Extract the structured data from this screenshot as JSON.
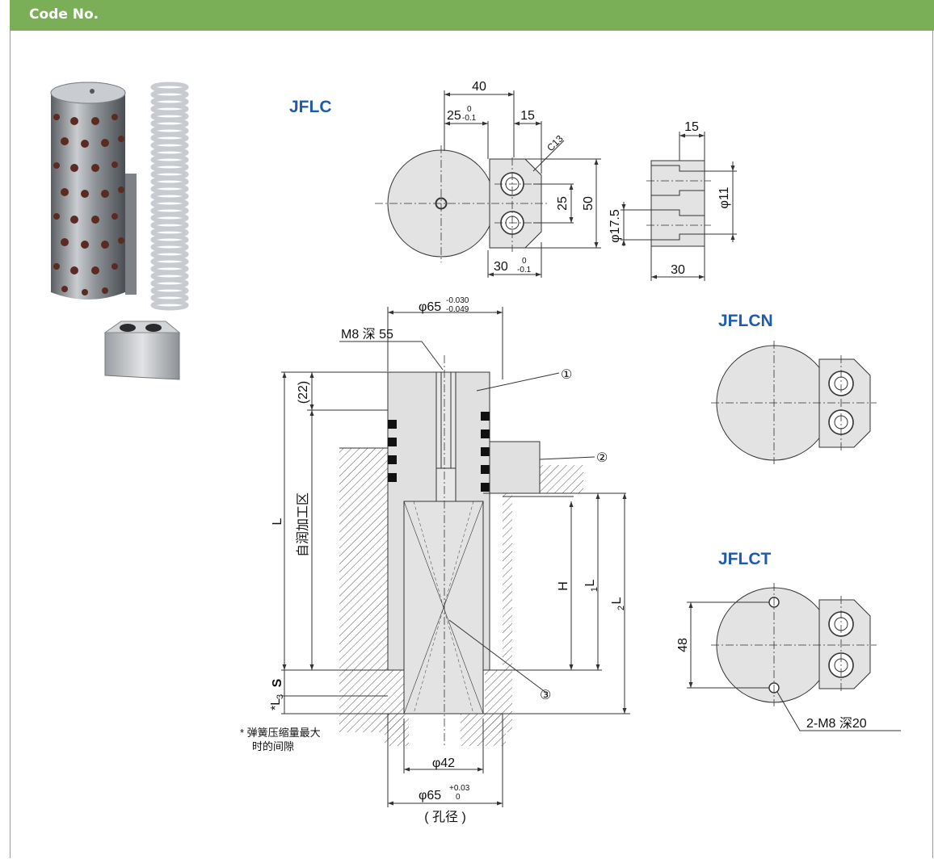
{
  "header": {
    "title": "Code No.",
    "color": "#7aaf57"
  },
  "views": {
    "jflc": {
      "title": "JFLC",
      "dim_40": "40",
      "dim_25": "25",
      "dim_25_tol_upper": "0",
      "dim_25_tol_lower": "-0.1",
      "dim_15": "15",
      "chamfer": "C13",
      "dim_25_pitch": "25",
      "dim_50": "50",
      "dim_30": "30",
      "dim_30_tol_upper": "0",
      "dim_30_tol_lower": "-0.1"
    },
    "side": {
      "dim_15": "15",
      "dim_11": "φ11",
      "dim_17_5": "φ17.5",
      "dim_30": "30"
    },
    "section": {
      "dia_65_top": "φ65",
      "dia_65_top_tol_upper": "-0.030",
      "dia_65_top_tol_lower": "-0.049",
      "tap_note": "M8 深 55",
      "dim_22": "(22)",
      "dim_L": "L",
      "zone_label": "自润加工区",
      "dim_H": "H",
      "dim_L1": "L",
      "dim_L1_sub": "1",
      "dim_L2": "L",
      "dim_L2_sub": "2",
      "dim_S": "S",
      "dim_L3": "*L",
      "dim_L3_sub": "3",
      "callout_1": "①",
      "callout_2": "②",
      "callout_3": "③",
      "dia_42": "φ42",
      "dia_65_bottom": "φ65",
      "dia_65_bottom_tol_upper": "+0.03",
      "dia_65_bottom_tol_lower": "0",
      "hole_label": "( 孔径 )",
      "footnote_line1": "* 弹簧压缩量最大",
      "footnote_line2": "时的间隙"
    },
    "jflcn": {
      "title": "JFLCN"
    },
    "jflct": {
      "title": "JFLCT",
      "dim_48": "48",
      "tap_note": "2-M8  深20"
    }
  },
  "colors": {
    "title_blue": "#1f5bab",
    "line": "#333333",
    "fill": "#e0e0e0"
  }
}
